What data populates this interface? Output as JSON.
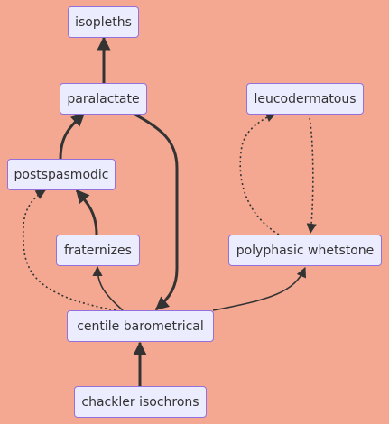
{
  "diagram": {
    "nodes": [
      {
        "id": "isopleths",
        "label": "isopleths"
      },
      {
        "id": "paralactate",
        "label": "paralactate"
      },
      {
        "id": "leucodermatous",
        "label": "leucodermatous"
      },
      {
        "id": "postspasmodic",
        "label": "postspasmodic"
      },
      {
        "id": "fraternizes",
        "label": "fraternizes"
      },
      {
        "id": "polyphasic",
        "label": "polyphasic whetstone"
      },
      {
        "id": "centile",
        "label": "centile barometrical"
      },
      {
        "id": "chackler",
        "label": "chackler isochrons"
      }
    ],
    "edges": [
      {
        "from": "paralactate",
        "to": "isopleths",
        "style": "solid"
      },
      {
        "from": "postspasmodic",
        "to": "paralactate",
        "style": "solid"
      },
      {
        "from": "fraternizes",
        "to": "postspasmodic",
        "style": "solid"
      },
      {
        "from": "centile",
        "to": "fraternizes",
        "style": "solid"
      },
      {
        "from": "centile",
        "to": "postspasmodic",
        "style": "dotted"
      },
      {
        "from": "paralactate",
        "to": "centile",
        "style": "solid"
      },
      {
        "from": "centile",
        "to": "polyphasic",
        "style": "solid"
      },
      {
        "from": "chackler",
        "to": "centile",
        "style": "solid"
      },
      {
        "from": "leucodermatous",
        "to": "polyphasic",
        "style": "dotted"
      },
      {
        "from": "polyphasic",
        "to": "leucodermatous",
        "style": "dotted"
      }
    ]
  },
  "colors": {
    "background": "#f4a891",
    "node_fill": "#ececff",
    "node_border": "#9370db",
    "edge": "#333333",
    "text": "#333333"
  }
}
